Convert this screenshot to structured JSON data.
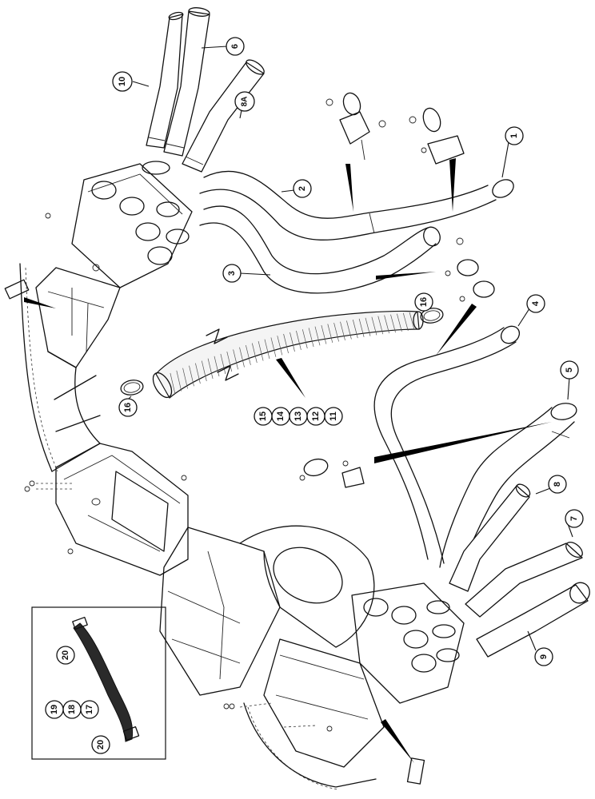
{
  "callouts": [
    {
      "id": "c1",
      "label": "1"
    },
    {
      "id": "c2",
      "label": "2"
    },
    {
      "id": "c3",
      "label": "3"
    },
    {
      "id": "c4",
      "label": "4"
    },
    {
      "id": "c5",
      "label": "5"
    },
    {
      "id": "c6",
      "label": "6"
    },
    {
      "id": "c7",
      "label": "7"
    },
    {
      "id": "c8",
      "label": "8"
    },
    {
      "id": "c8a",
      "label": "8A"
    },
    {
      "id": "c9",
      "label": "9"
    },
    {
      "id": "c10",
      "label": "10"
    },
    {
      "id": "c11",
      "label": "11"
    },
    {
      "id": "c12",
      "label": "12"
    },
    {
      "id": "c13",
      "label": "13"
    },
    {
      "id": "c14",
      "label": "14"
    },
    {
      "id": "c15",
      "label": "15"
    },
    {
      "id": "c16a",
      "label": "16"
    },
    {
      "id": "c16b",
      "label": "16"
    },
    {
      "id": "c17",
      "label": "17"
    },
    {
      "id": "c18",
      "label": "18"
    },
    {
      "id": "c19",
      "label": "19"
    },
    {
      "id": "c20a",
      "label": "20"
    },
    {
      "id": "c20b",
      "label": "20"
    }
  ]
}
